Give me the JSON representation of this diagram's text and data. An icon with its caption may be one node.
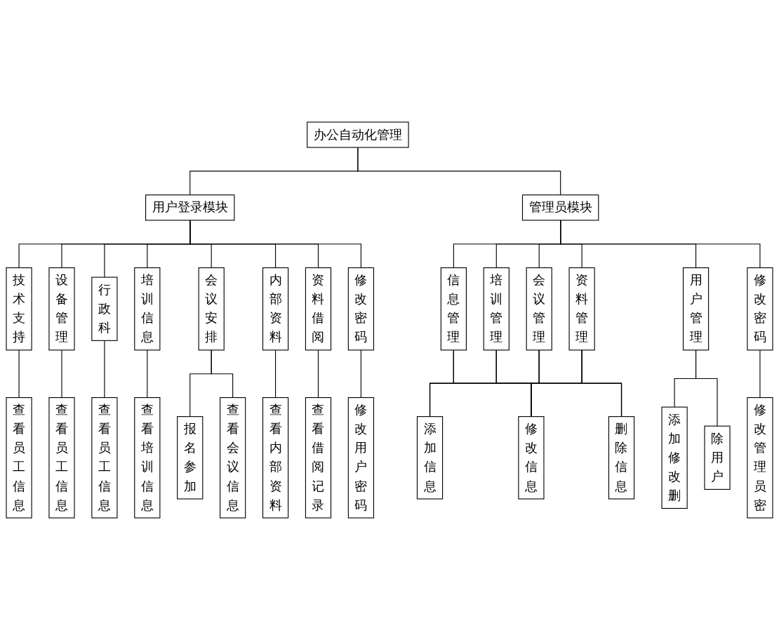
{
  "diagram": {
    "nodes": [
      {
        "text": [
          "办公自动化管理"
        ]
      },
      {
        "text": [
          "用户登录模块"
        ]
      },
      {
        "text": [
          "管理员模块"
        ]
      },
      {
        "text": [
          "技术支持"
        ]
      },
      {
        "text": [
          "设备管理"
        ]
      },
      {
        "text": [
          "行政科"
        ]
      },
      {
        "text": [
          "培训信息"
        ]
      },
      {
        "text": [
          "会议安排"
        ]
      },
      {
        "text": [
          "内部资料"
        ]
      },
      {
        "text": [
          "资料借阅"
        ]
      },
      {
        "text": [
          "修改密码"
        ]
      },
      {
        "text": [
          "信息管理"
        ]
      },
      {
        "text": [
          "培训管理"
        ]
      },
      {
        "text": [
          "会议管理"
        ]
      },
      {
        "text": [
          "资料管理"
        ]
      },
      {
        "text": [
          "用户管理"
        ]
      },
      {
        "text": [
          "修改密码"
        ]
      },
      {
        "text": [
          "查看员工信息"
        ]
      },
      {
        "text": [
          "查看员工信息"
        ]
      },
      {
        "text": [
          "查看员工信息"
        ]
      },
      {
        "text": [
          "查看培训信息"
        ]
      },
      {
        "text": [
          "报名参加"
        ]
      },
      {
        "text": [
          "查看会议信息"
        ]
      },
      {
        "text": [
          "查看内部资料"
        ]
      },
      {
        "text": [
          "查看借阅记录"
        ]
      },
      {
        "text": [
          "修改用户密码"
        ]
      },
      {
        "text": [
          "添加信息"
        ]
      },
      {
        "text": [
          "修改信息"
        ]
      },
      {
        "text": [
          "删除信息"
        ]
      },
      {
        "text": [
          "添加修改删"
        ]
      },
      {
        "text": [
          "除用户"
        ]
      },
      {
        "text": [
          "修改管理员密"
        ]
      }
    ],
    "edges": [
      {
        "from": 0,
        "to": 1,
        "arrow": "none"
      },
      {
        "from": 0,
        "to": 2,
        "arrow": "none"
      },
      {
        "from": 1,
        "to": 3,
        "arrow": "none"
      },
      {
        "from": 1,
        "to": 4,
        "arrow": "none"
      },
      {
        "from": 1,
        "to": 5,
        "arrow": "none"
      },
      {
        "from": 1,
        "to": 6,
        "arrow": "none"
      },
      {
        "from": 1,
        "to": 7,
        "arrow": "none"
      },
      {
        "from": 1,
        "to": 8,
        "arrow": "none"
      },
      {
        "from": 1,
        "to": 9,
        "arrow": "none"
      },
      {
        "from": 1,
        "to": 10,
        "arrow": "none"
      },
      {
        "from": 2,
        "to": 11,
        "arrow": "none"
      },
      {
        "from": 2,
        "to": 12,
        "arrow": "none"
      },
      {
        "from": 2,
        "to": 13,
        "arrow": "none"
      },
      {
        "from": 2,
        "to": 14,
        "arrow": "none"
      },
      {
        "from": 2,
        "to": 15,
        "arrow": "none"
      },
      {
        "from": 2,
        "to": 16,
        "arrow": "none"
      },
      {
        "from": 3,
        "to": 17,
        "arrow": "none"
      },
      {
        "from": 4,
        "to": 18,
        "arrow": "none"
      },
      {
        "from": 5,
        "to": 19,
        "arrow": "none"
      },
      {
        "from": 6,
        "to": 20,
        "arrow": "none"
      },
      {
        "from": 7,
        "to": 21,
        "arrow": "none"
      },
      {
        "from": 7,
        "to": 22,
        "arrow": "none"
      },
      {
        "from": 8,
        "to": 23,
        "arrow": "none"
      },
      {
        "from": 9,
        "to": 24,
        "arrow": "none"
      },
      {
        "from": 10,
        "to": 25,
        "arrow": "none"
      },
      {
        "from": 11,
        "to": 26,
        "arrow": "none"
      },
      {
        "from": 11,
        "to": 27,
        "arrow": "none"
      },
      {
        "from": 11,
        "to": 28,
        "arrow": "none"
      },
      {
        "from": 12,
        "to": 26,
        "arrow": "none"
      },
      {
        "from": 12,
        "to": 27,
        "arrow": "none"
      },
      {
        "from": 12,
        "to": 28,
        "arrow": "none"
      },
      {
        "from": 13,
        "to": 26,
        "arrow": "none"
      },
      {
        "from": 13,
        "to": 27,
        "arrow": "none"
      },
      {
        "from": 13,
        "to": 28,
        "arrow": "none"
      },
      {
        "from": 14,
        "to": 26,
        "arrow": "none"
      },
      {
        "from": 14,
        "to": 27,
        "arrow": "none"
      },
      {
        "from": 14,
        "to": 28,
        "arrow": "none"
      },
      {
        "from": 15,
        "to": 29,
        "arrow": "none"
      },
      {
        "from": 15,
        "to": 30,
        "arrow": "none"
      },
      {
        "from": 16,
        "to": 31,
        "arrow": "none"
      }
    ]
  }
}
